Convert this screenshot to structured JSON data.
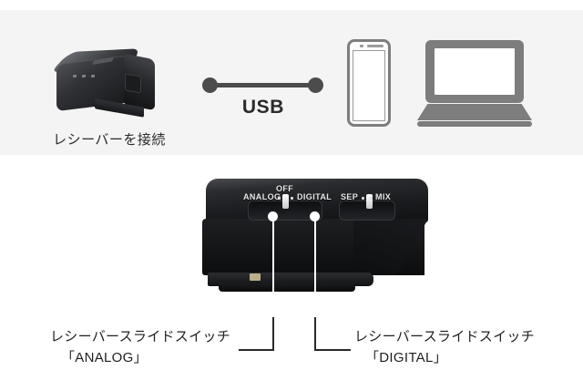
{
  "connection_panel": {
    "receiver_caption": "レシーバーを接続",
    "usb_label": "USB",
    "icons": {
      "receiver": "wireless-receiver-photo",
      "cable": "usb-cable-icon",
      "phone": "smartphone-icon",
      "laptop": "laptop-icon"
    },
    "colors": {
      "panel_background": "#f4f4f4",
      "icon_gray": "#7d7d7d",
      "cable_gray": "#4c4c4c"
    }
  },
  "device_figure": {
    "name": "receiver-slide-switch-photo",
    "printed_labels": {
      "analog": "ANALOG",
      "off": "OFF",
      "digital": "DIGITAL",
      "sep": "SEP",
      "mix": "MIX"
    }
  },
  "callouts": [
    {
      "id": "analog",
      "line1": "レシーバースライドスイッチ",
      "line2": "「ANALOG」"
    },
    {
      "id": "digital",
      "line1": "レシーバースライドスイッチ",
      "line2": "「DIGITAL」"
    }
  ],
  "colors": {
    "page_background": "#ffffff",
    "text": "#1f1f1f",
    "leader_line": "#2a2a2a",
    "callout_dot": "#ffffff"
  }
}
